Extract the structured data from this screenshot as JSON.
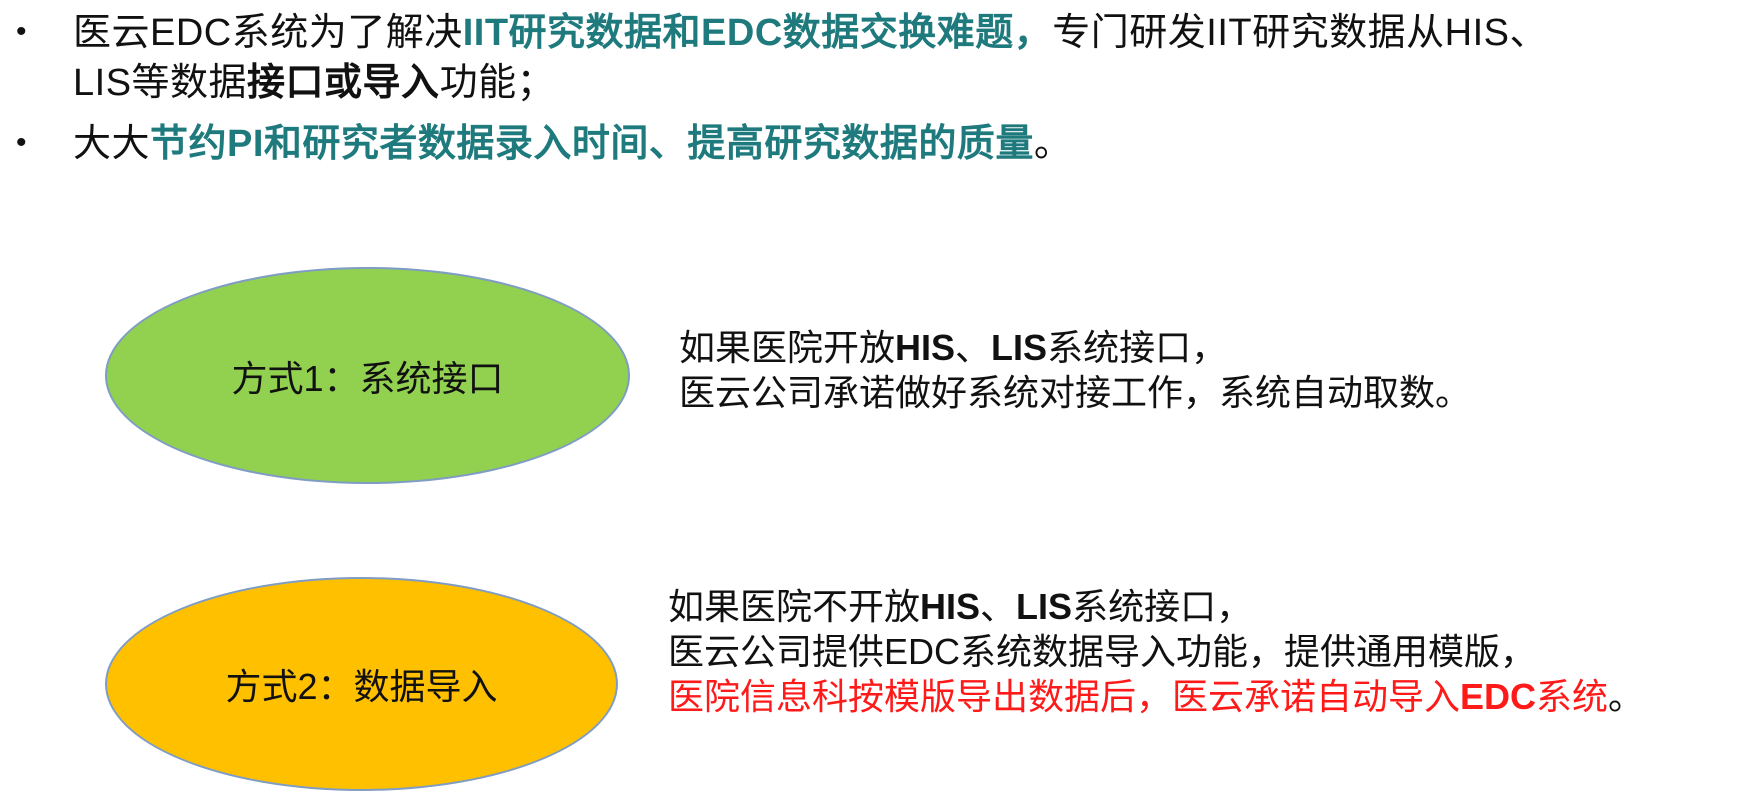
{
  "bullets": [
    {
      "dot": "•",
      "line1": {
        "t1": "医云EDC系统为了解决",
        "t2": "IIT研究数据和EDC数据交换难题，",
        "t3": "专门研发IIT研究数据从HIS、"
      },
      "line2": {
        "t1": "LIS等数据",
        "t2": "接口或导入",
        "t3": "功能；"
      }
    },
    {
      "dot": "•",
      "line1": {
        "t1": "大大",
        "t2": "节约PI和研究者数据录入时间、提高研究数据的质量",
        "t3": "。"
      }
    }
  ],
  "methods": [
    {
      "label": "方式1：系统接口",
      "color": "#92d050",
      "desc": {
        "l1a": "如果医院开放",
        "l1b": "HIS",
        "l1c": "、",
        "l1d": "LIS",
        "l1e": "系统接口，",
        "l2": "医云公司承诺做好系统对接工作，系统自动取数。"
      }
    },
    {
      "label": "方式2：数据导入",
      "color": "#ffc000",
      "desc": {
        "l1a": "如果医院不开放",
        "l1b": "HIS",
        "l1c": "、",
        "l1d": "LIS",
        "l1e": "系统接口，",
        "l2": "医云公司提供EDC系统数据导入功能，提供通用模版，",
        "l3a": "医院信息科按模版导出数据后，医云承诺自动导入",
        "l3b": "EDC",
        "l3c": "系统",
        "l3d": "。"
      }
    }
  ],
  "colors": {
    "teal": "#1e7a7d",
    "red": "#ff1a1a",
    "ellipse_border": "#7f9cc4"
  }
}
